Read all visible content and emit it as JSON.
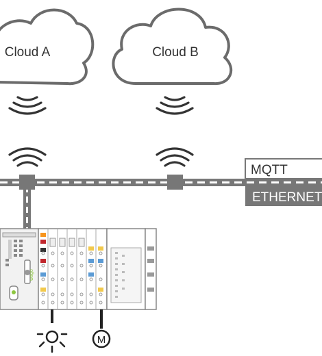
{
  "clouds": [
    {
      "label": "Cloud A"
    },
    {
      "label": "Cloud B"
    }
  ],
  "protocols": {
    "top": "MQTT",
    "bottom": "ETHERNET"
  },
  "devices": {
    "controller_brand": "wago",
    "actuator_motor": "M",
    "actuator_lamp": "lamp-icon"
  },
  "colors": {
    "cloud_stroke": "#6b6b6b",
    "bus": "#777777",
    "ethernet_fill": "#777777",
    "mqtt_border": "#777777",
    "accent_green": "#8dc63f",
    "accent_orange": "#f7941d",
    "accent_red": "#c1272d",
    "accent_blue": "#5b9bd5",
    "accent_yellow": "#f2c94c"
  }
}
